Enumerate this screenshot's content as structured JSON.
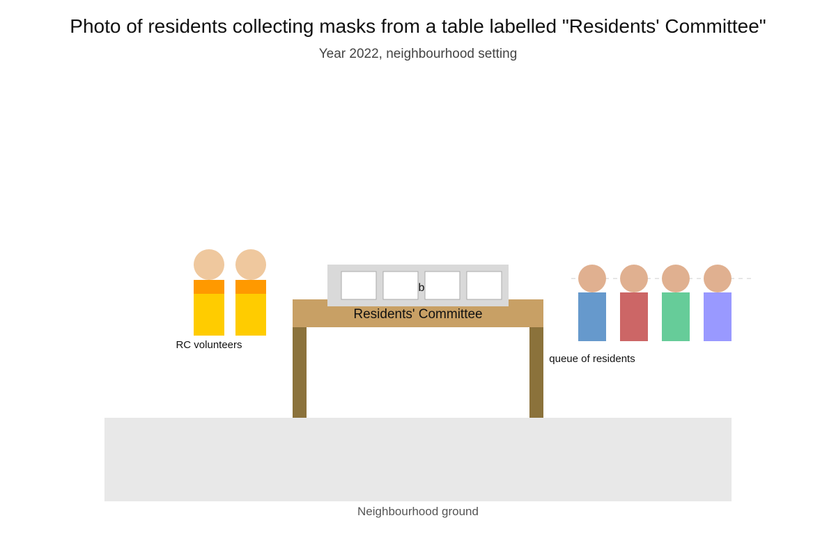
{
  "header": {
    "title": "Photo of residents collecting masks from a table labelled \"Residents' Committee\"",
    "subtitle": "Year 2022, neighbourhood setting"
  },
  "scene": {
    "table_sign": "Residents' Committee",
    "mask_box_letter": "b",
    "volunteers_label": "RC volunteers",
    "queue_label": "queue of residents",
    "ground_label": "Neighbourhood ground"
  },
  "colors": {
    "skin_volunteer": "#efc89e",
    "skin_resident": "#e0b090",
    "vest_top": "#ff9900",
    "vest_body": "#ffcc00",
    "table_top": "#c8a065",
    "table_legs": "#8b723b",
    "box": "#d9d9d9",
    "ground": "#e8e8e8",
    "residents": [
      "#6699cc",
      "#cc6666",
      "#66cc99",
      "#9999ff"
    ]
  }
}
